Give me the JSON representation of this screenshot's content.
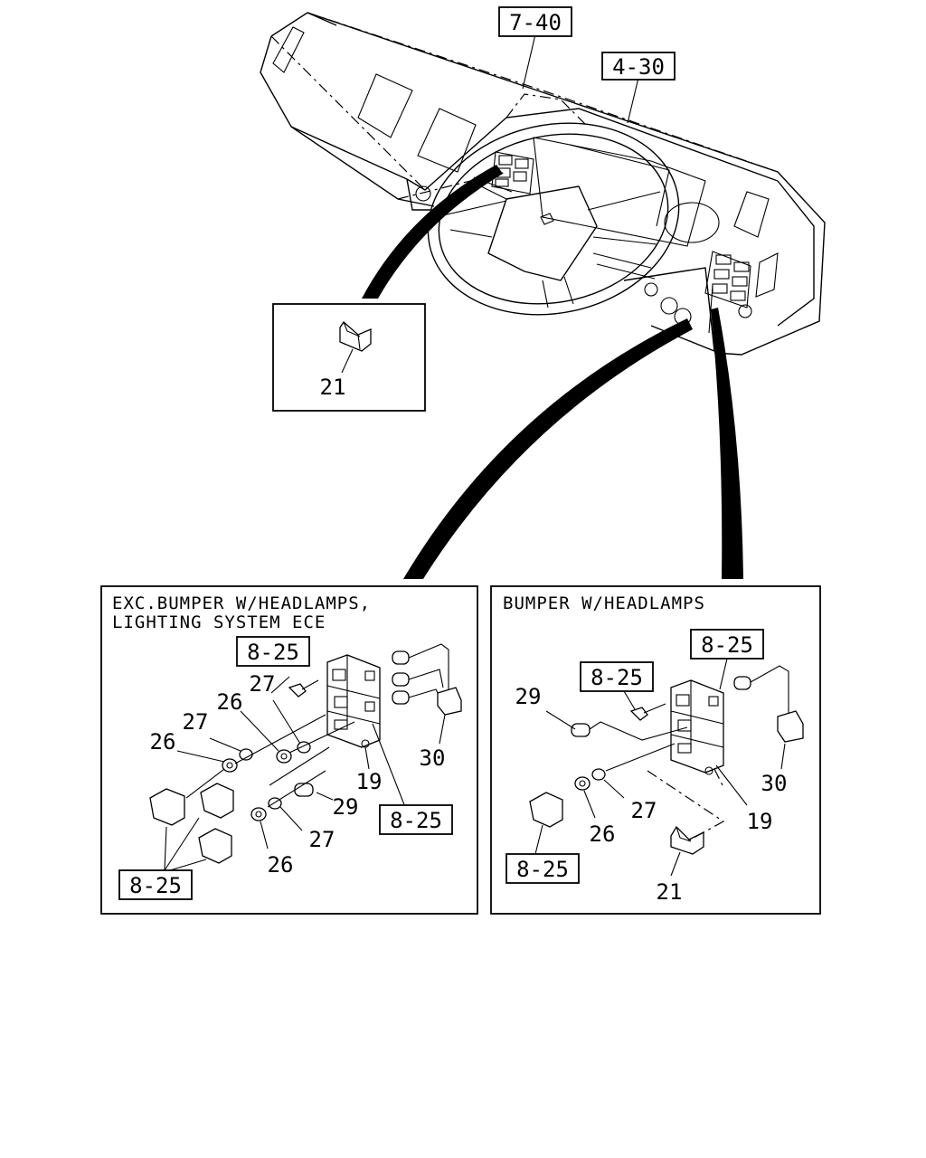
{
  "diagram": {
    "top_refs": {
      "ref_a": "7-40",
      "ref_b": "4-30"
    },
    "inset": {
      "part": "21"
    },
    "panel_left": {
      "caption_line1": "EXC.BUMPER W/HEADLAMPS,",
      "caption_line2": "LIGHTING SYSTEM ECE",
      "ref_top": "8-25",
      "ref_right": "8-25",
      "ref_bottom": "8-25",
      "p27a": "27",
      "p26a": "26",
      "p27b": "27",
      "p26b": "26",
      "p19": "19",
      "p29": "29",
      "p30": "30",
      "p27c": "27",
      "p26c": "26"
    },
    "panel_right": {
      "caption": "BUMPER W/HEADLAMPS",
      "ref_top": "8-25",
      "ref_mid": "8-25",
      "ref_bottom": "8-25",
      "p29": "29",
      "p30": "30",
      "p27": "27",
      "p26": "26",
      "p19": "19",
      "p21": "21"
    }
  }
}
